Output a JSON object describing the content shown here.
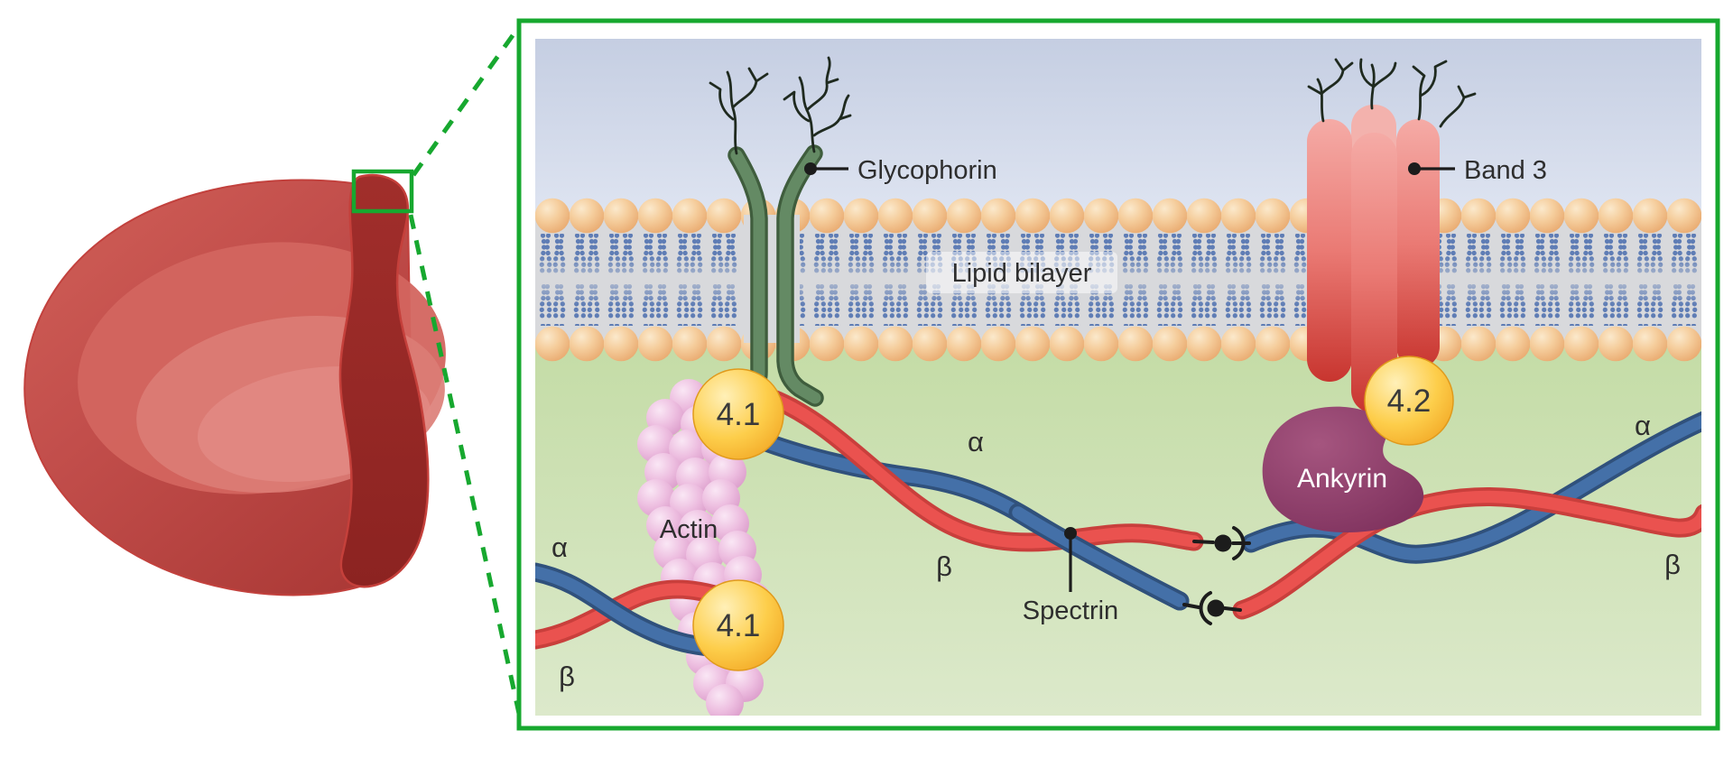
{
  "panel": {
    "labels": {
      "glycophorin": "Glycophorin",
      "lipid_bilayer": "Lipid bilayer",
      "band_3": "Band 3",
      "ankyrin": "Ankyrin",
      "protein_4_1": "4.1",
      "protein_4_2": "4.2",
      "actin": "Actin",
      "spectrin": "Spectrin"
    },
    "greek": {
      "alpha": "α",
      "beta": "β"
    }
  },
  "colors": {
    "outline_green": "#17a82f",
    "extracellular_blue": "#cdd5e6",
    "cytoplasm_green": "#c9dfaf",
    "bilayer_core_gray": "#d8d9dc",
    "lipid_head_tan": "#f3c58f",
    "lipid_tail_blue": "#5f7db5",
    "glycophorin_green": "#648a64",
    "band3_salmon": "#f5aba6",
    "band3_red": "#c8352f",
    "ankyrin_purple": "#8e3a69",
    "adapter_yellow": "#fdce4b",
    "actin_pink": "#edbee0",
    "spectrin_alpha_blue": "#4470a8",
    "spectrin_beta_red": "#ea524f",
    "rbc_red": "#c24e4b",
    "rbc_cut_dark": "#96292a",
    "label_dark": "#2e2e2e"
  }
}
